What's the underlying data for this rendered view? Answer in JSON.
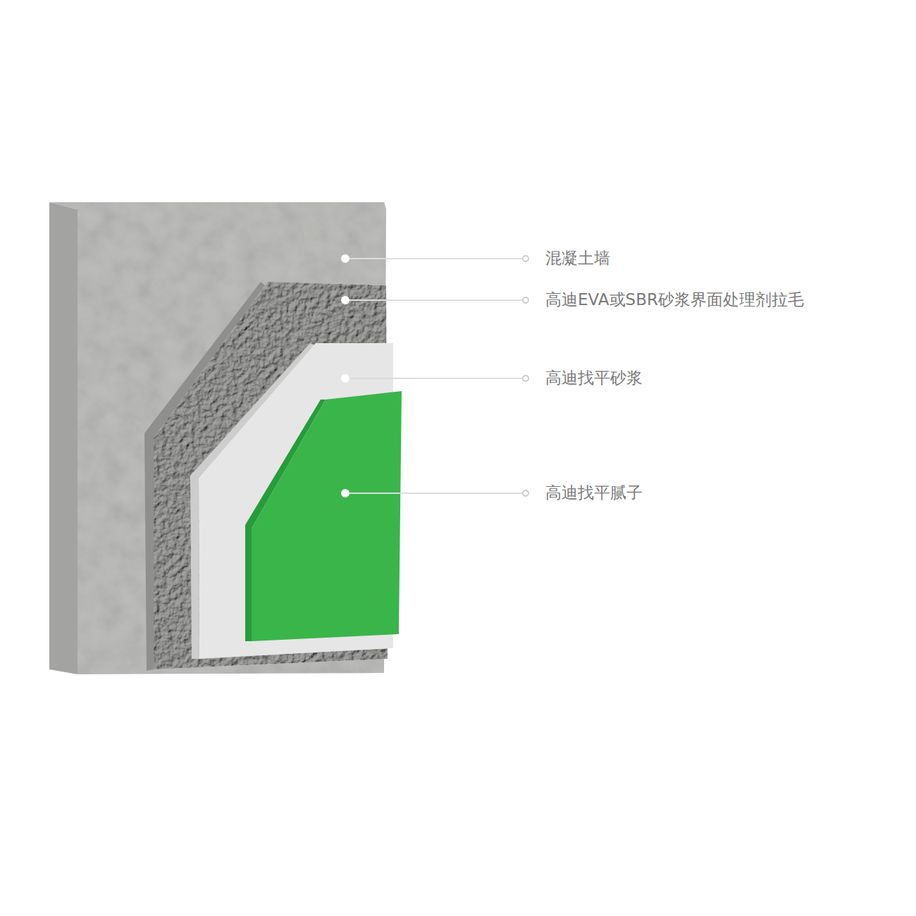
{
  "diagram": {
    "labels": [
      "混凝土墙",
      "高迪EVA或SBR砂浆界面处理剂拉毛",
      "高迪找平砂浆",
      "高迪找平腻子"
    ]
  }
}
